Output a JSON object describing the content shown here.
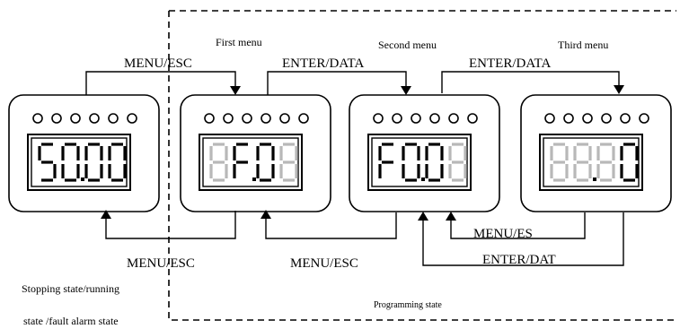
{
  "labels": {
    "first_menu": "First menu",
    "second_menu": "Second menu",
    "third_menu": "Third menu",
    "top_arrow_1": "MENU/ESC",
    "top_arrow_2": "ENTER/DATA",
    "top_arrow_3": "ENTER/DATA",
    "bottom_arrow_1": "MENU/ESC",
    "bottom_arrow_2": "MENU/ESC",
    "bottom_arrow_3": "MENU/ES",
    "bottom_arrow_4": "ENTER/DAT",
    "state_line_1": "Stopping state/running",
    "state_line_2": "state /fault alarm state",
    "programming_state": "Programming state"
  },
  "displays": [
    {
      "name": "panel-stopping-state",
      "digits": [
        "5",
        "0",
        "0",
        "0"
      ],
      "dot_after": 1,
      "dim": [
        false,
        false,
        false,
        false
      ]
    },
    {
      "name": "panel-first-menu",
      "digits": [
        "-",
        "F",
        "0",
        "-"
      ],
      "dot_after": 1,
      "dim": [
        true,
        false,
        false,
        true
      ]
    },
    {
      "name": "panel-second-menu",
      "digits": [
        "F",
        "0",
        "0",
        "1"
      ],
      "dot_after": 1,
      "dim": [
        false,
        false,
        false,
        true
      ]
    },
    {
      "name": "panel-third-menu",
      "digits": [
        "8",
        "8",
        "8",
        "0"
      ],
      "dot_after": 1,
      "dim": [
        true,
        true,
        true,
        false
      ]
    }
  ],
  "colors": {
    "ink": "#000000",
    "dim_segment": "#b8b8b8",
    "background": "#ffffff"
  }
}
